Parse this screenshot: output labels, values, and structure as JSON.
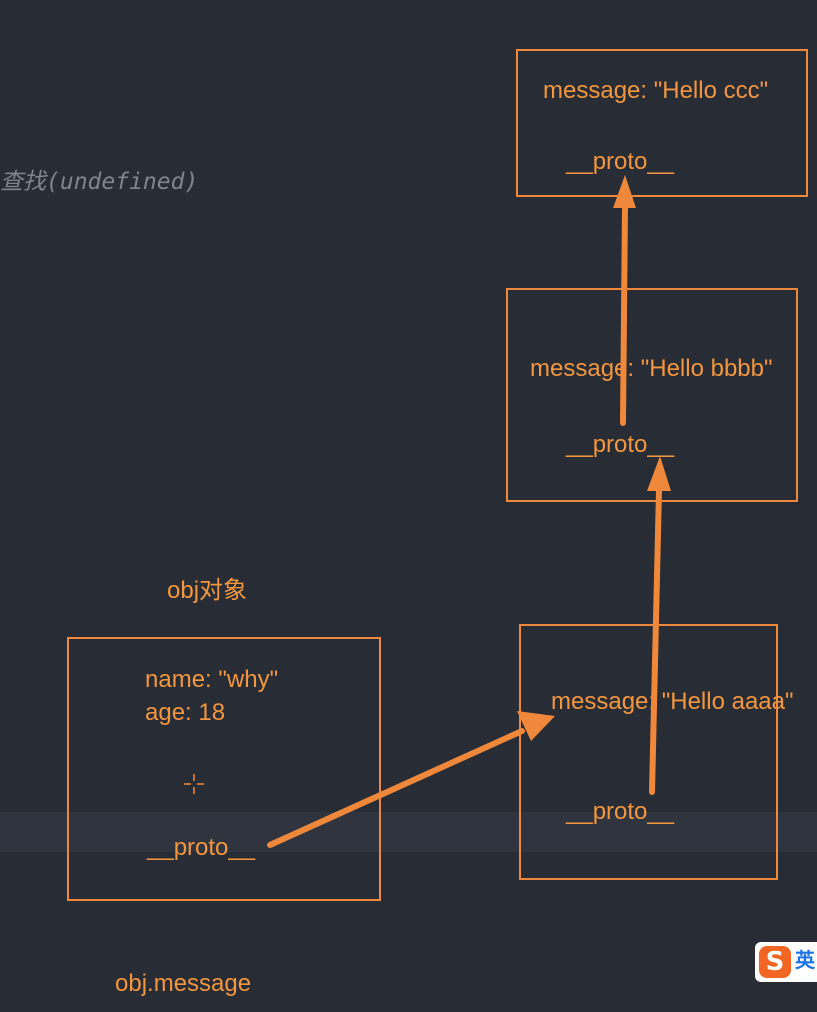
{
  "code_comment": "查找(undefined)",
  "diagram": {
    "obj_title": "obj对象",
    "obj_box": {
      "name_line": "name: \"why\"",
      "age_line": "age: 18",
      "proto_label": "__proto__"
    },
    "proto_aaaa": {
      "message_line": "message: \"Hello aaaa\"",
      "proto_label": "__proto__"
    },
    "proto_bbbb": {
      "message_line": "message: \"Hello bbbb\"",
      "proto_label": "__proto__"
    },
    "proto_ccc": {
      "message_line": "message: \"Hello ccc\"",
      "proto_label": "__proto__"
    },
    "caption": "obj.message"
  },
  "ime_badge": {
    "icon": "sogou-s-icon",
    "label": "英"
  },
  "colors": {
    "background": "#282c34",
    "accent": "#f0883b",
    "text": "#f2963f",
    "comment": "#7f848e"
  }
}
